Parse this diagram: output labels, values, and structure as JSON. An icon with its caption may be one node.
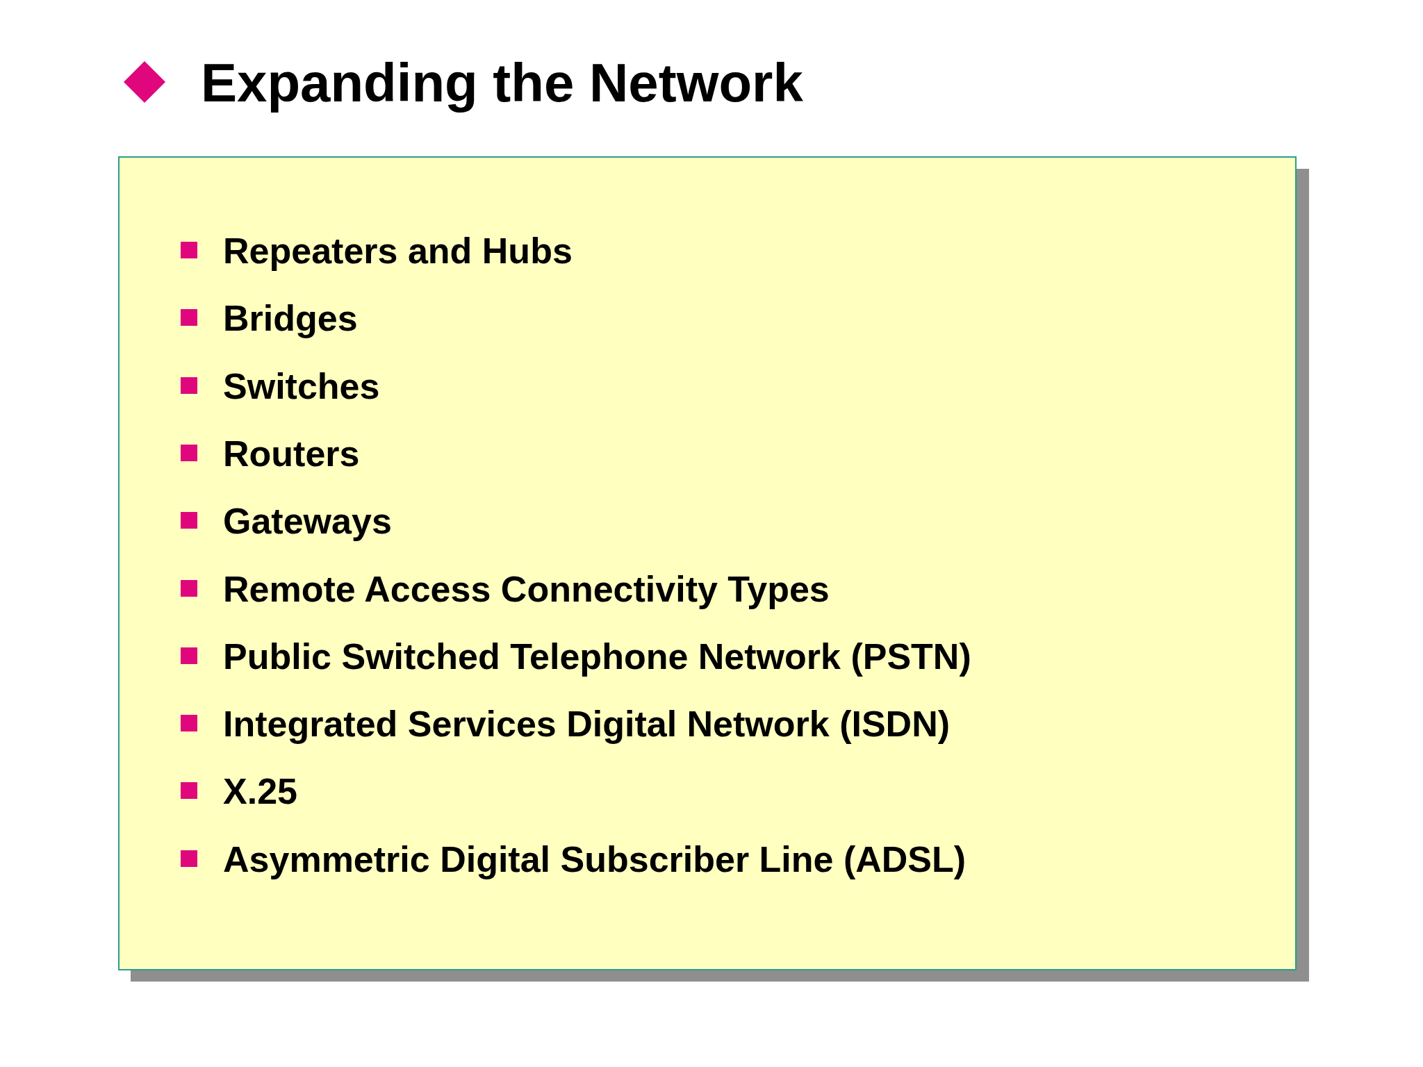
{
  "diagram": {
    "title": "Expanding the Network",
    "nodes": [
      {
        "text": [
          "Repeaters and Hubs",
          "Bridges",
          "Switches",
          "Routers",
          "Gateways",
          "Remote Access Connectivity Types",
          "Public Switched Telephone Network (PSTN)",
          "Integrated Services Digital Network (ISDN)",
          "X.25",
          "Asymmetric Digital Subscriber Line (ADSL)"
        ]
      }
    ]
  }
}
